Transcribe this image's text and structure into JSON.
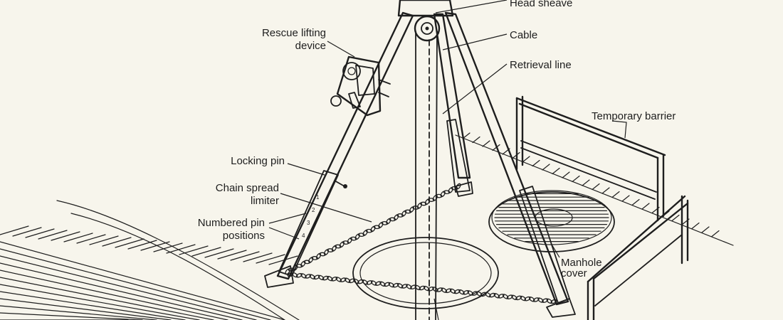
{
  "labels": {
    "head_sheave": "Head sheave",
    "cable": "Cable",
    "rescue_device_line1": "Rescue lifting",
    "rescue_device_line2": "device",
    "retrieval_line": "Retrieval line",
    "temporary_barrier": "Temporary barrier",
    "locking_pin": "Locking pin",
    "chain_limiter_line1": "Chain spread",
    "chain_limiter_line2": "limiter",
    "numbered_pin_line1": "Numbered pin",
    "numbered_pin_line2": "positions",
    "manhole_line1": "Manhole",
    "manhole_line2": "cover"
  },
  "pin_numbers": [
    "1",
    "2",
    "3",
    "4"
  ],
  "colors": {
    "background": "#f7f5ec",
    "ink": "#1e1e1e",
    "opening_fill": "#a8a8a4",
    "metal_fill": "#eeece4"
  }
}
